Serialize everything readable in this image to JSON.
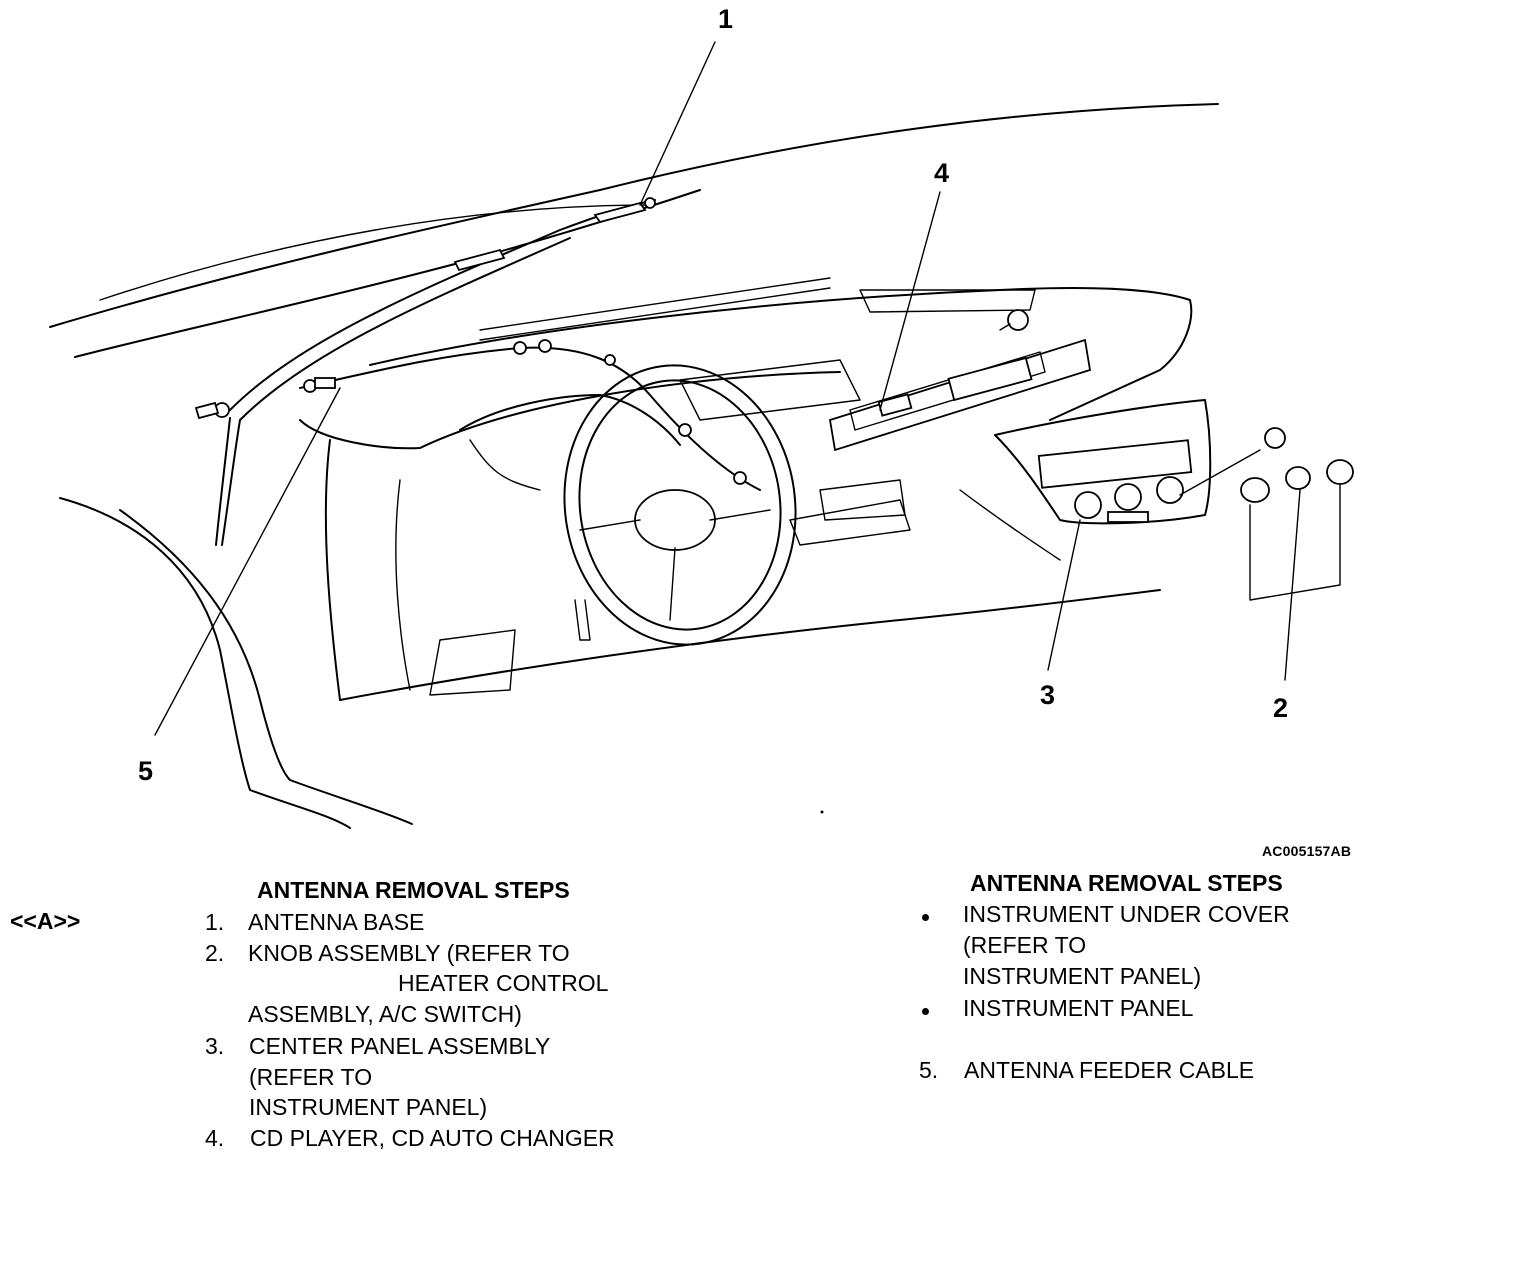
{
  "figure": {
    "code": "AC005157AB",
    "callouts": [
      "1",
      "2",
      "3",
      "4",
      "5"
    ]
  },
  "left_column": {
    "heading": "ANTENNA REMOVAL STEPS",
    "marker": "<<A>>",
    "steps": [
      {
        "num": "1.",
        "lines": [
          "ANTENNA BASE"
        ]
      },
      {
        "num": "2.",
        "lines": [
          "KNOB ASSEMBLY (REFER TO",
          "HEATER CONTROL",
          "ASSEMBLY, A/C SWITCH)"
        ]
      },
      {
        "num": "3.",
        "lines": [
          "CENTER PANEL ASSEMBLY",
          "(REFER TO",
          "INSTRUMENT PANEL)"
        ]
      },
      {
        "num": "4.",
        "lines": [
          "CD PLAYER, CD AUTO CHANGER"
        ]
      }
    ]
  },
  "right_column": {
    "heading": "ANTENNA REMOVAL STEPS",
    "bullets": [
      {
        "lines": [
          "INSTRUMENT UNDER COVER",
          "(REFER TO",
          "INSTRUMENT PANEL)"
        ]
      },
      {
        "lines": [
          "INSTRUMENT PANEL"
        ]
      }
    ],
    "steps": [
      {
        "num": "5.",
        "lines": [
          "ANTENNA FEEDER CABLE"
        ]
      }
    ]
  }
}
